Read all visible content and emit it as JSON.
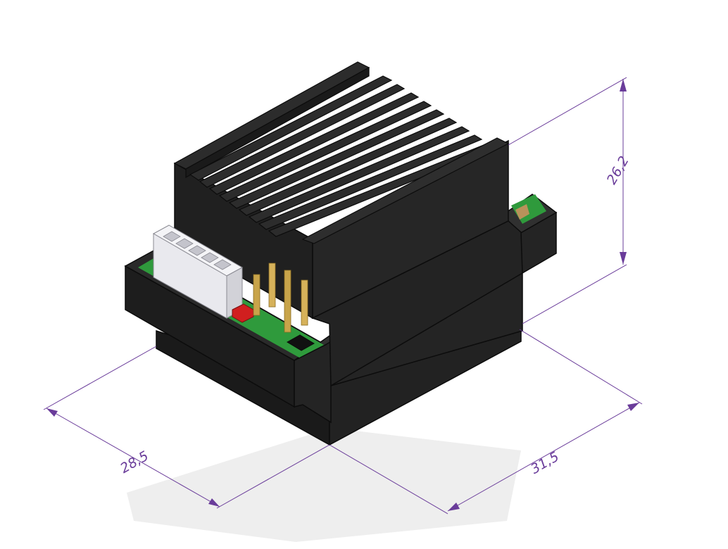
{
  "dimensions": {
    "height": "26,2",
    "width": "28,5",
    "depth": "31,5"
  },
  "colors": {
    "housing": "#1f1f1f",
    "housing_edge": "#0c0c0c",
    "heatsink_fin": "#262626",
    "pcb": "#2f9a3c",
    "connector": "#e9e9ee",
    "header_pin": "#c8a44a",
    "jumper": "#d11f1f",
    "dimension": "#6a3c9a",
    "shadow": "#eeeeee"
  }
}
